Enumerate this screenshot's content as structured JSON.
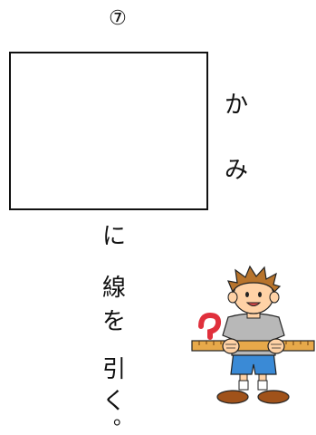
{
  "problem_number": "⑦",
  "side_word": [
    "か",
    "み"
  ],
  "instruction": [
    "に",
    "線",
    "を",
    "引",
    "く",
    "。"
  ],
  "colors": {
    "hair": "#b8742c",
    "skin": "#ffd2a6",
    "shirt": "#b8b8b8",
    "shorts": "#3a8ad6",
    "ruler": "#e7a94a",
    "shoes": "#a0521a",
    "question_mark": "#e0303c"
  },
  "icons": [
    "boy-with-ruler-illustration",
    "question-mark-icon",
    "ruler-icon"
  ]
}
